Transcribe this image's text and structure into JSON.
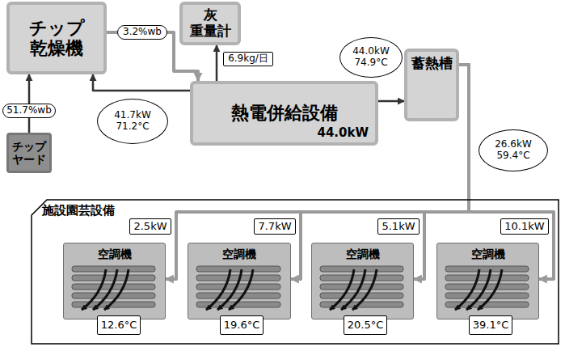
{
  "diagram": {
    "nodes": [
      {
        "text": [
          "チップ 乾燥機"
        ]
      },
      {
        "text": [
          "3.2%wb"
        ]
      },
      {
        "text": [
          "灰 重量計"
        ]
      },
      {
        "text": [
          "6.9kg/日"
        ]
      },
      {
        "text": [
          "44.0kW 74.9°C"
        ]
      },
      {
        "text": [
          "蓄熱槽"
        ]
      },
      {
        "text": [
          "41.7kW 71.2°C"
        ]
      },
      {
        "text": [
          "熱電併給設備",
          "44.0kW"
        ]
      },
      {
        "text": [
          "51.7%wb"
        ]
      },
      {
        "text": [
          "チップ ヤード"
        ]
      },
      {
        "text": [
          "26.6kW 59.4°C"
        ]
      },
      {
        "text": [
          "施設園芸設備"
        ]
      },
      {
        "text": [
          "2.5kW"
        ],
        "in": 11
      },
      {
        "text": [
          "7.7kW"
        ],
        "in": 11
      },
      {
        "text": [
          "5.1kW"
        ],
        "in": 11
      },
      {
        "text": [
          "10.1kW"
        ],
        "in": 11
      },
      {
        "text": [
          "空調機"
        ],
        "in": 11
      },
      {
        "text": [
          "空調機"
        ],
        "in": 11
      },
      {
        "text": [
          "空調機"
        ],
        "in": 11
      },
      {
        "text": [
          "空調機"
        ],
        "in": 11
      },
      {
        "text": [
          "12.6°C"
        ],
        "in": 11
      },
      {
        "text": [
          "19.6°C"
        ],
        "in": 11
      },
      {
        "text": [
          "20.5°C"
        ],
        "in": 11
      },
      {
        "text": [
          "39.1°C"
        ],
        "in": 11
      }
    ],
    "edges": [
      {
        "from": 9,
        "to": 0,
        "arrow": "to"
      },
      {
        "from": 0,
        "to": 7,
        "arrow": "to"
      },
      {
        "from": 7,
        "to": 0,
        "arrow": "to"
      },
      {
        "from": 7,
        "to": 2,
        "arrow": "to"
      },
      {
        "from": 7,
        "to": 5,
        "arrow": "to"
      },
      {
        "from": 5,
        "to": 16,
        "arrow": "to"
      },
      {
        "from": 5,
        "to": 17,
        "arrow": "to"
      },
      {
        "from": 5,
        "to": 18,
        "arrow": "to"
      },
      {
        "from": 5,
        "to": 19,
        "arrow": "to"
      }
    ]
  }
}
